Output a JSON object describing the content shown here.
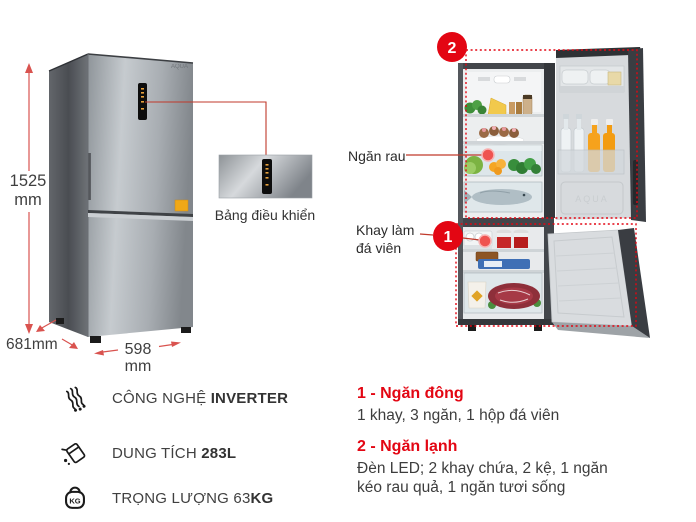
{
  "product": {
    "brand": "AQUA",
    "dimensions": {
      "height_value": "1525",
      "height_unit": "mm",
      "depth": "681mm",
      "width_value": "598",
      "width_unit": "mm"
    },
    "control_panel_caption": "Bảng điều khiển",
    "callout_labels": {
      "vegetable_drawer": "Ngăn rau",
      "ice_tray": "Khay làm đá viên"
    },
    "markers": {
      "freezer": "1",
      "fridge": "2"
    }
  },
  "features": [
    {
      "icon": "inverter-icon",
      "label": "CÔNG NGHỆ ",
      "value": "INVERTER"
    },
    {
      "icon": "capacity-icon",
      "label": "DUNG TÍCH ",
      "value": "283L"
    },
    {
      "icon": "weight-icon",
      "label": "TRỌNG LƯỢNG 63",
      "value": "KG"
    }
  ],
  "legend": [
    {
      "title": "1 - Ngăn đông",
      "desc": "1 khay, 3 ngăn, 1 hộp đá viên"
    },
    {
      "title": "2 - Ngăn lạnh",
      "desc": "Đèn LED; 2 khay chứa, 2 kệ, 1 ngăn kéo rau quả, 1 ngăn tươi sống"
    }
  ],
  "colors": {
    "accent_red": "#e30613",
    "callout_line": "#c0392b",
    "dimension_line": "#d9534f",
    "text_dark": "#333333"
  }
}
